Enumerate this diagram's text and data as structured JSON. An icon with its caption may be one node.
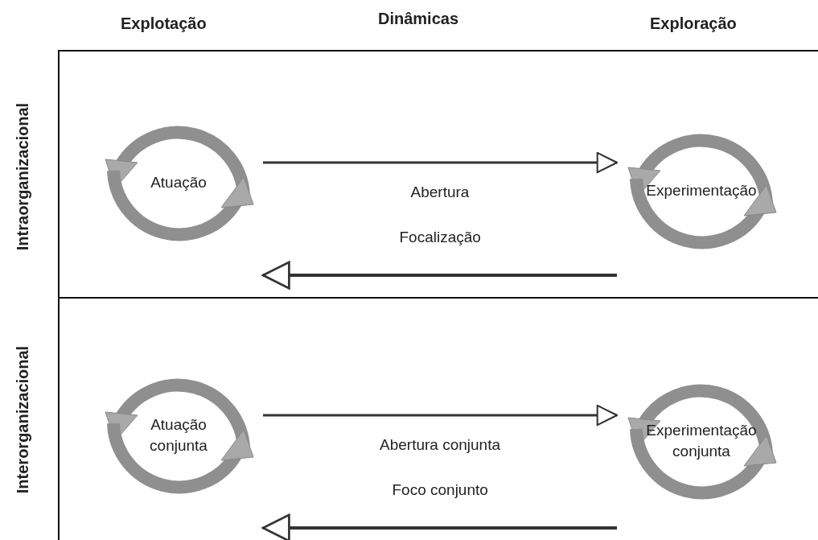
{
  "diagram": {
    "nodes": [
      {
        "text": [
          "Intraorganizacional"
        ]
      },
      {
        "text": [
          "Atuação"
        ],
        "in": 0
      },
      {
        "text": [
          "Experimentação"
        ],
        "in": 0
      },
      {
        "text": [
          "Interorganizacional"
        ]
      },
      {
        "text": [
          "Atuação conjunta"
        ],
        "in": 3
      },
      {
        "text": [
          "Experimentação conjunta"
        ],
        "in": 3
      }
    ],
    "edges": [
      {
        "from": 1,
        "to": 2,
        "arrow": "to",
        "label": "Abertura"
      },
      {
        "from": 2,
        "to": 1,
        "arrow": "to",
        "label": "Focalização"
      },
      {
        "from": 4,
        "to": 5,
        "arrow": "to",
        "label": "Abertura conjunta"
      },
      {
        "from": 5,
        "to": 4,
        "arrow": "to",
        "label": "Foco conjunto"
      }
    ],
    "labels": [
      "Explotação",
      "Dinâmicas",
      "Exploração"
    ]
  }
}
